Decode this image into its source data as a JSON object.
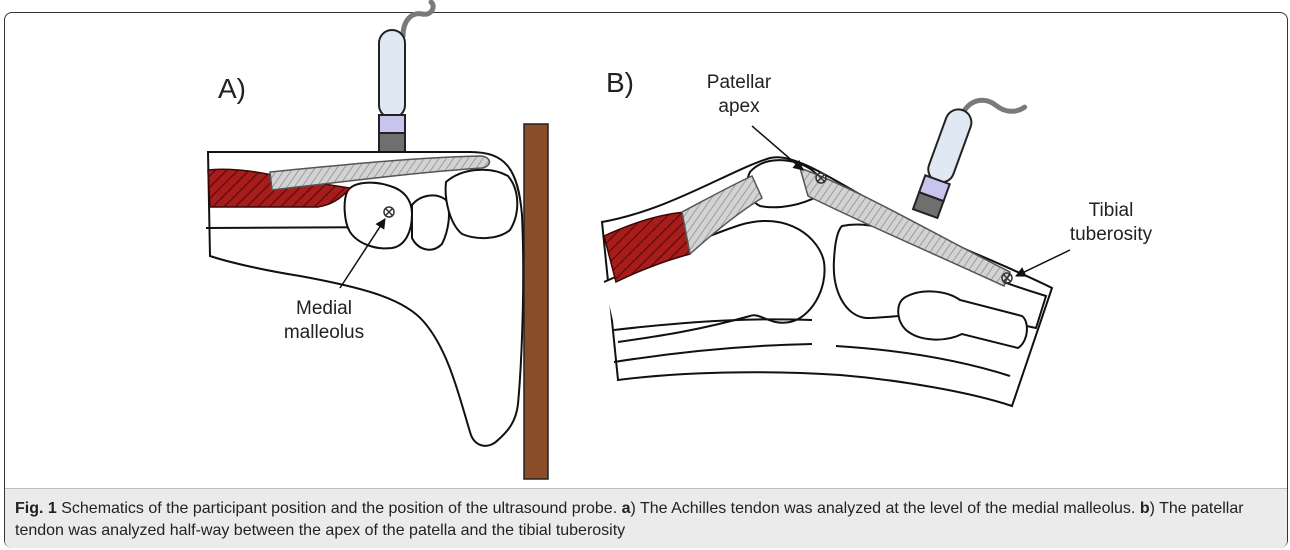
{
  "panels": {
    "a": {
      "label": "A)",
      "annotation_line1": "Medial",
      "annotation_line2": "malleolus"
    },
    "b": {
      "label": "B)",
      "annotation_apex_line1": "Patellar",
      "annotation_apex_line2": "apex",
      "annotation_tibial_line1": "Tibial",
      "annotation_tibial_line2": "tuberosity"
    }
  },
  "caption": {
    "fig_label": "Fig. 1",
    "intro": " Schematics of the participant position and the position of the ultrasound probe. ",
    "part_a_label": "a",
    "part_a_text": ") The Achilles tendon was analyzed at the level of the medial malleolus. ",
    "part_b_label": "b",
    "part_b_text": ") The patellar tendon was analyzed half-way between the apex of the patella and the tibial tuberosity"
  },
  "colors": {
    "muscle": "#a81c1c",
    "tendon": "#c8c8c8",
    "board": "#8b4c2a",
    "probe_body": "#dfe8f3",
    "probe_band": "#c9c4ee",
    "probe_tip": "#6f6f6f"
  }
}
